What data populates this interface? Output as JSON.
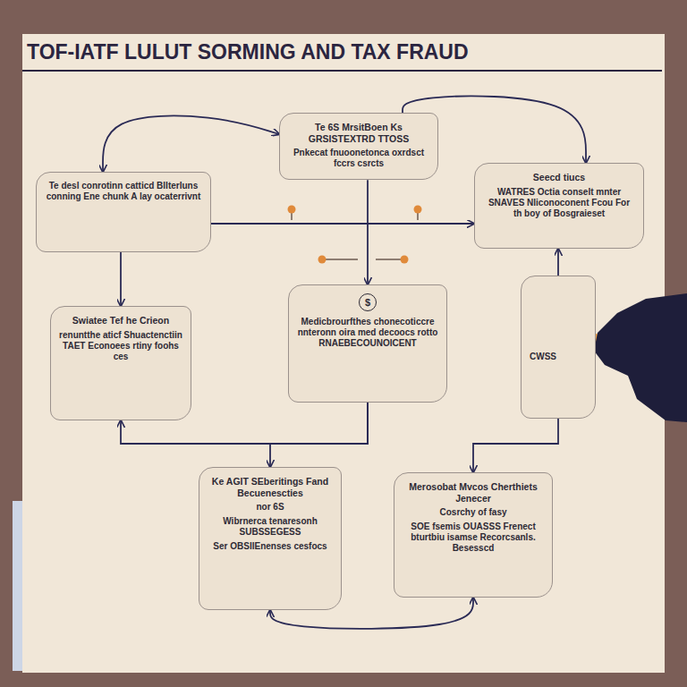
{
  "diagram": {
    "title": "TOF-IATF LULUT SORMING AND TAX FRAUD",
    "nodes": [
      {
        "text": [
          "Te 6S MrsitBoen Ks GRSISTEXTRD TTOSS",
          "Pnkecat fnuoonetonca oxrdsct fccrs csrcts"
        ]
      },
      {
        "text": [
          "Te desl conrotinn catticd BlIterIuns conning Ene chunk A lay ocaterrivnt"
        ]
      },
      {
        "text": [
          "Seecd tiucs",
          "WATRES Octia conselt mnter SNAVES NIiconoconent Fcou For th boy of Bosgraieset"
        ]
      },
      {
        "text": [
          "Swiatee Tef he Crieon",
          "renuntthe aticf Shuactenctiin TAET Econoees rtiny foohs ces"
        ]
      },
      {
        "text": [
          "$",
          "Medicbrourfthes chonecoticcre nnteronn oira med decoocs rotto RNAEBECOUNOICENT"
        ]
      },
      {
        "text": [
          "CWSS"
        ]
      },
      {
        "text": [
          "Ke AGIT SEberitings Fand Becuenescties",
          "nor 6S",
          "Wibrnerca tenaresonh SUBSSEGESS",
          "Ser OBSIIEnenses cesfocs"
        ]
      },
      {
        "text": [
          "Merosobat Mvcos Cherthiets Jenecer",
          "Cosrchy of fasy",
          "SOE fsemis OUASSS Frenect bturtbiu isamse Recorcsanls. Besesscd"
        ]
      }
    ],
    "edges": [
      {
        "from": 1,
        "to": 0,
        "arrow": "both"
      },
      {
        "from": 0,
        "to": 2,
        "arrow": "to"
      },
      {
        "from": 1,
        "to": 2,
        "arrow": "to"
      },
      {
        "from": 0,
        "to": 4,
        "arrow": "to"
      },
      {
        "from": 1,
        "to": 3,
        "arrow": "to"
      },
      {
        "from": 5,
        "to": 2,
        "arrow": "to"
      },
      {
        "from": 4,
        "to": 3,
        "arrow": "to"
      },
      {
        "from": 4,
        "to": 6,
        "arrow": "to"
      },
      {
        "from": 5,
        "to": 7,
        "arrow": "to"
      },
      {
        "from": 6,
        "to": 7,
        "arrow": "both"
      }
    ]
  }
}
